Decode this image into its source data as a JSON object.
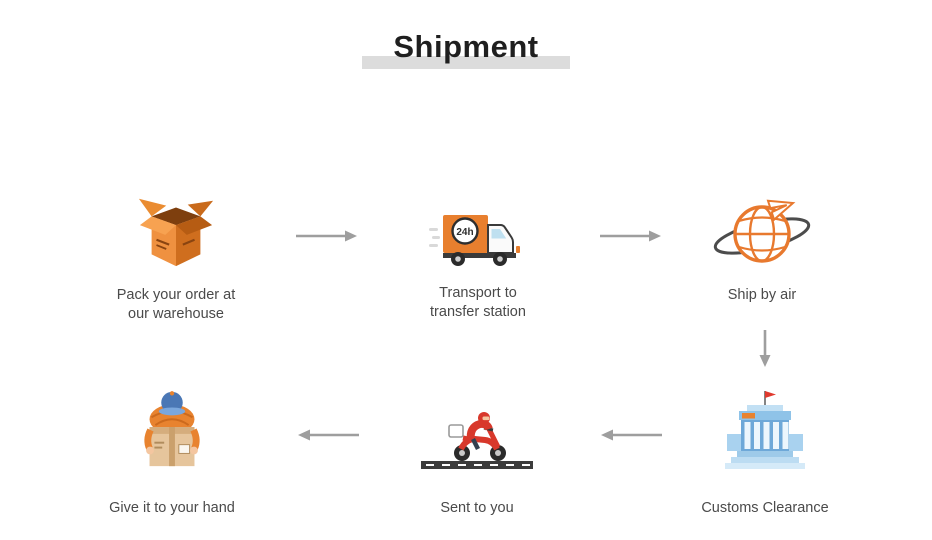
{
  "title": "Shipment",
  "truck_badge": "24h",
  "steps": {
    "pack": {
      "line1": "Pack your order at",
      "line2": "our warehouse"
    },
    "transport": {
      "line1": "Transport to",
      "line2": "transfer station"
    },
    "ship": {
      "line1": "Ship by air"
    },
    "customs": {
      "line1": "Customs Clearance"
    },
    "sent": {
      "line1": "Sent to you"
    },
    "hand": {
      "line1": "Give it to your hand"
    }
  },
  "colors": {
    "accent_orange": "#e8792e",
    "arrow_gray": "#9e9e9e",
    "building_blue": "#8fc3e8",
    "scooter_red": "#d8382b",
    "title_underline": "#dcdcdc",
    "label_text": "#4a4a4a",
    "title_text": "#1f1f1f"
  }
}
